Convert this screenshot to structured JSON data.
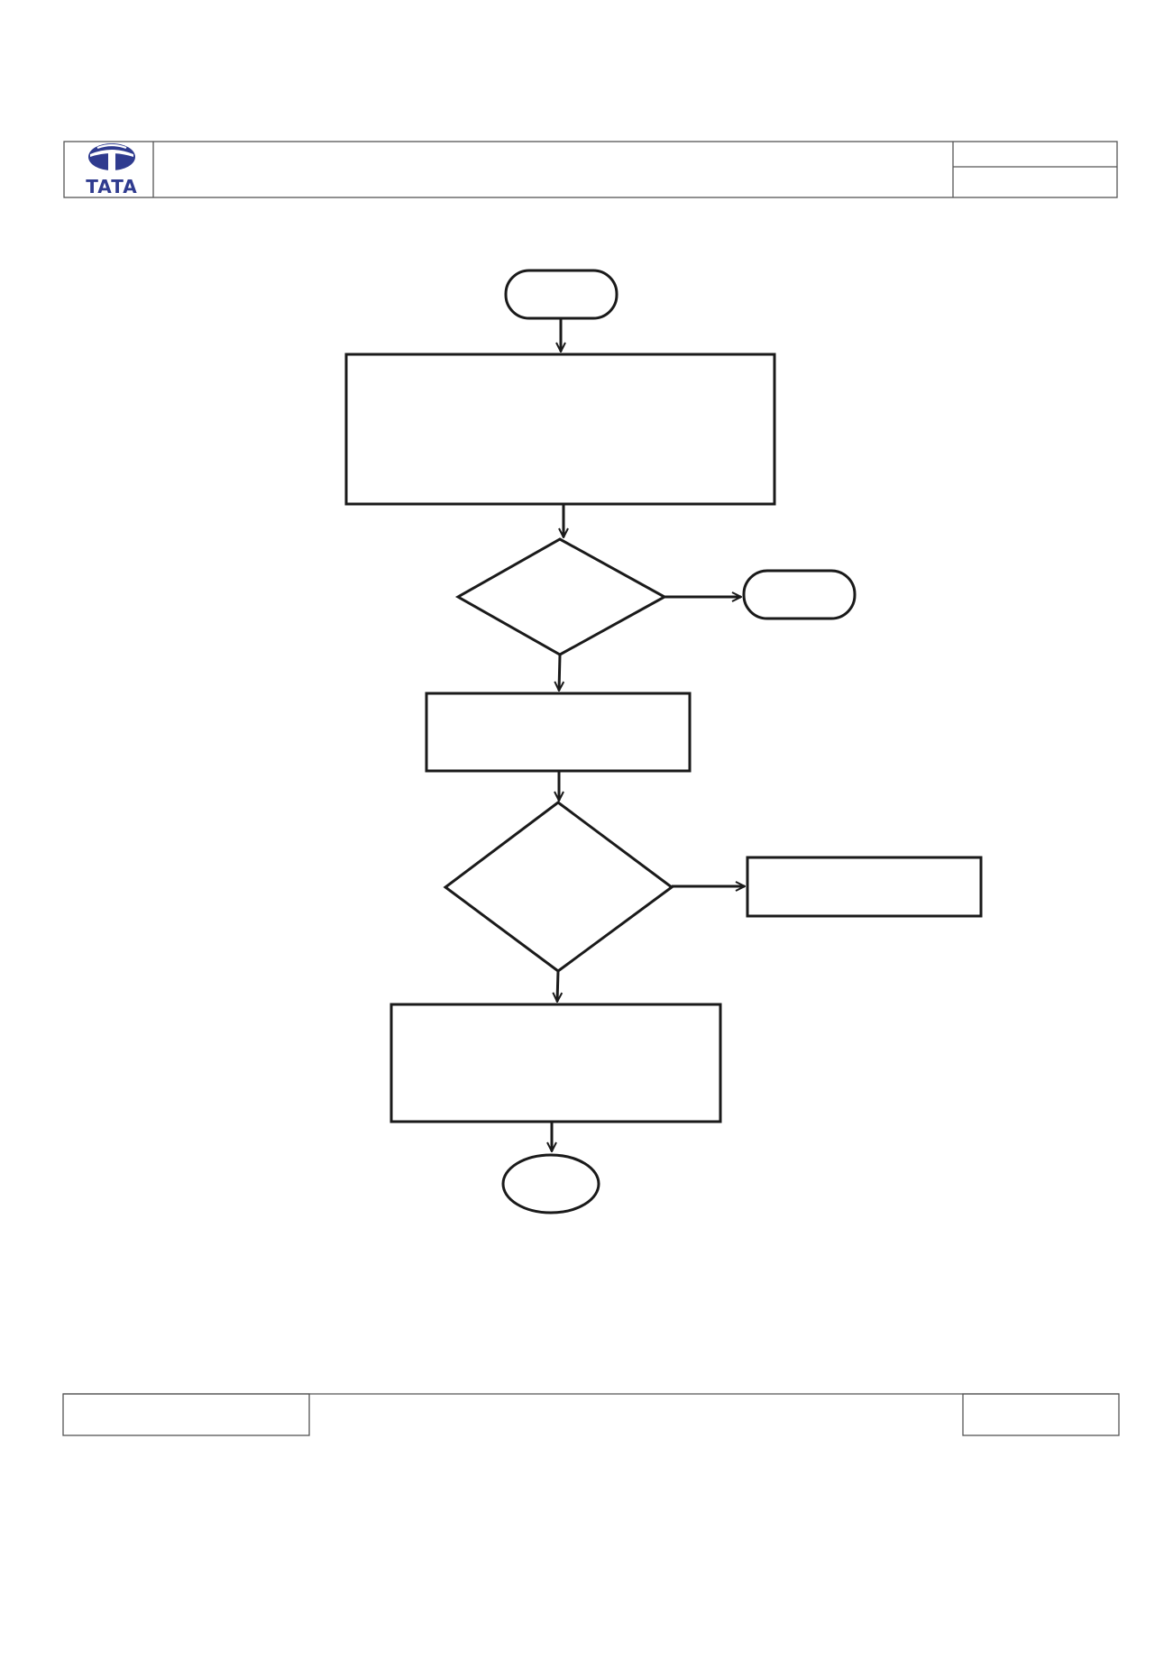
{
  "header": {
    "logo": {
      "text": "TATA",
      "color": "#2f3b8f"
    },
    "title": "",
    "right_top": "",
    "right_bottom": ""
  },
  "footer": {
    "left": "",
    "center": "",
    "right": ""
  },
  "colors": {
    "line": "#1a1a1a",
    "frame": "#555555",
    "brand": "#2f3b8f"
  },
  "flowchart": {
    "nodes": [
      {
        "id": "start",
        "shape": "terminal",
        "text": ""
      },
      {
        "id": "process-1",
        "shape": "process",
        "text": ""
      },
      {
        "id": "decision-1",
        "shape": "decision",
        "text": ""
      },
      {
        "id": "exit-1",
        "shape": "terminal",
        "text": ""
      },
      {
        "id": "process-2",
        "shape": "process",
        "text": ""
      },
      {
        "id": "decision-2",
        "shape": "decision",
        "text": ""
      },
      {
        "id": "process-side",
        "shape": "process",
        "text": ""
      },
      {
        "id": "process-3",
        "shape": "process",
        "text": ""
      },
      {
        "id": "end",
        "shape": "connector",
        "text": ""
      }
    ],
    "edges": [
      {
        "from": "start",
        "to": "process-1"
      },
      {
        "from": "process-1",
        "to": "decision-1"
      },
      {
        "from": "decision-1",
        "to": "exit-1"
      },
      {
        "from": "decision-1",
        "to": "process-2"
      },
      {
        "from": "process-2",
        "to": "decision-2"
      },
      {
        "from": "decision-2",
        "to": "process-side"
      },
      {
        "from": "decision-2",
        "to": "process-3"
      },
      {
        "from": "process-3",
        "to": "end"
      }
    ]
  }
}
